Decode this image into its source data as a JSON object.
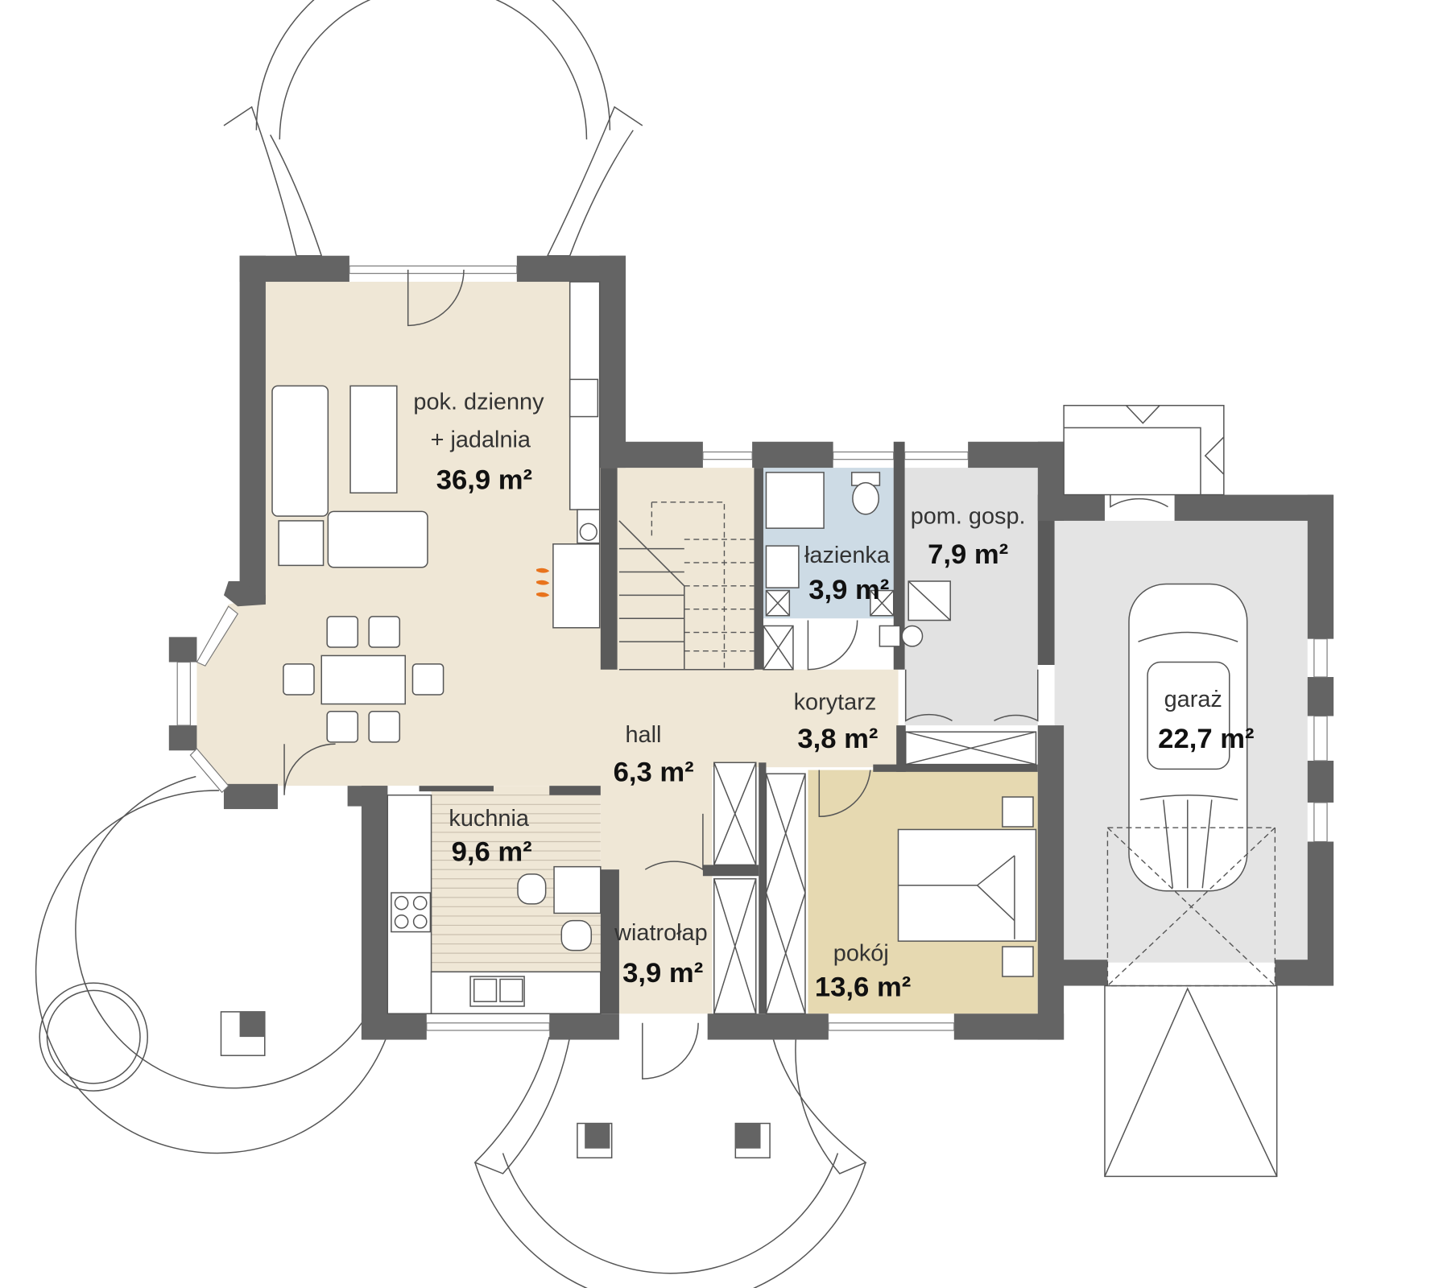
{
  "rooms": [
    {
      "name": "pok. dzienny",
      "name2": "+ jadalnia",
      "area": "36,9 m²"
    },
    {
      "name": "hall",
      "area": "6,3 m²"
    },
    {
      "name": "korytarz",
      "area": "3,8 m²"
    },
    {
      "name": "łazienka",
      "area": "3,9 m²"
    },
    {
      "name": "pom. gosp.",
      "area": "7,9 m²"
    },
    {
      "name": "garaż",
      "area": "22,7 m²"
    },
    {
      "name": "kuchnia",
      "area": "9,6 m²"
    },
    {
      "name": "wiatrołap",
      "area": "3,9 m²"
    },
    {
      "name": "pokój",
      "area": "13,6 m²"
    }
  ],
  "colors": {
    "wall": "#646464",
    "living_floor": "#efe7d6",
    "bathroom_floor": "#cddbe5",
    "utility_floor": "#e2e2e2",
    "garage_floor": "#e4e4e4",
    "bedroom_floor": "#e6d9b1",
    "fireplace_flame": "#e8731c"
  }
}
